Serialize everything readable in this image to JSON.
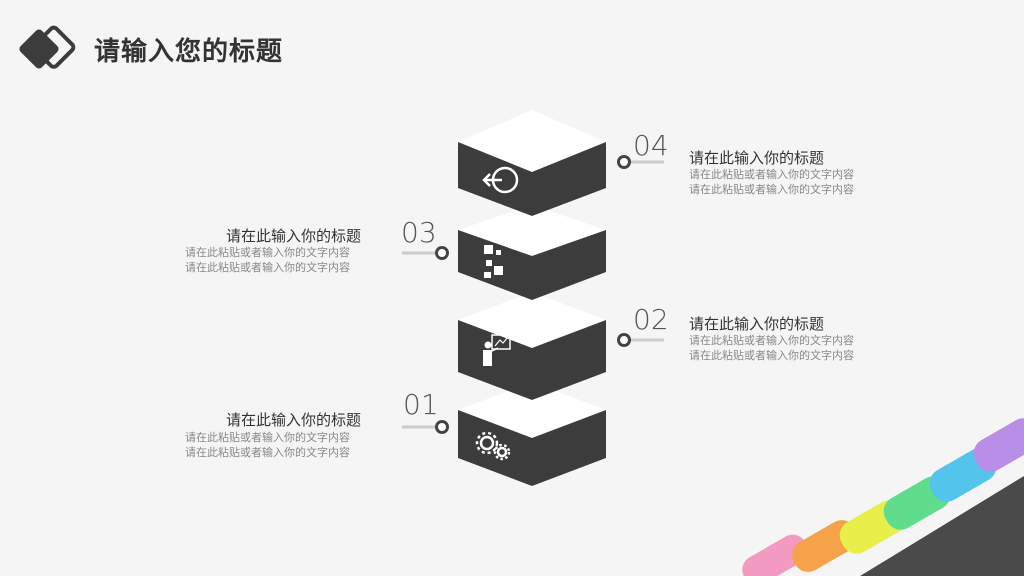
{
  "header": {
    "title": "请输入您的标题"
  },
  "items": [
    {
      "number": "04",
      "title": "请在此输入你的标题",
      "line1": "请在此粘贴或者输入你的文字内容",
      "line2": "请在此粘贴或者输入你的文字内容",
      "icon": "login-arrow-icon"
    },
    {
      "number": "03",
      "title": "请在此输入你的标题",
      "line1": "请在此粘贴或者输入你的文字内容",
      "line2": "请在此粘贴或者输入你的文字内容",
      "icon": "puzzle-icon"
    },
    {
      "number": "02",
      "title": "请在此输入你的标题",
      "line1": "请在此粘贴或者输入你的文字内容",
      "line2": "请在此粘贴或者输入你的文字内容",
      "icon": "presenter-icon"
    },
    {
      "number": "01",
      "title": "请在此输入你的标题",
      "line1": "请在此粘贴或者输入你的文字内容",
      "line2": "请在此粘贴或者输入你的文字内容",
      "icon": "gears-icon"
    }
  ],
  "colors": {
    "dark": "#3c3c3c",
    "top": "#ffffff",
    "accent": "#444444",
    "connector": "#c8ccce"
  }
}
